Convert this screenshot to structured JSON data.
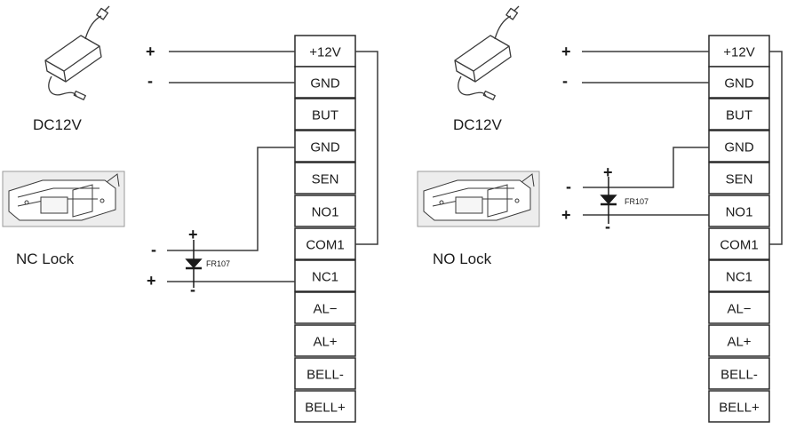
{
  "panels": [
    {
      "id": "nc",
      "adapter_caption": "DC12V",
      "lock_caption": "NC Lock",
      "terminals": [
        "+12V",
        "GND",
        "BUT",
        "GND",
        "SEN",
        "NO1",
        "COM1",
        "NC1",
        "AL−",
        "AL+",
        "BELL-",
        "BELL+"
      ],
      "power_plus": "+",
      "power_minus": "-",
      "lock_minus": "-",
      "lock_plus": "+",
      "diode_top": "+",
      "diode_bottom": "-",
      "diode_label": "FR107"
    },
    {
      "id": "no",
      "adapter_caption": "DC12V",
      "lock_caption": "NO Lock",
      "terminals": [
        "+12V",
        "GND",
        "BUT",
        "GND",
        "SEN",
        "NO1",
        "COM1",
        "NC1",
        "AL−",
        "AL+",
        "BELL-",
        "BELL+"
      ],
      "power_plus": "+",
      "power_minus": "-",
      "lock_minus": "-",
      "lock_plus": "+",
      "diode_top": "+",
      "diode_bottom": "-",
      "diode_label": "FR107"
    }
  ],
  "colors": {
    "line": "#3a3a3a",
    "ink": "#1a1a1a",
    "lock_fill": "#ededed"
  },
  "icons": {
    "adapter": "power-adapter-icon",
    "lock": "electric-lock-icon",
    "diode": "diode-icon"
  }
}
